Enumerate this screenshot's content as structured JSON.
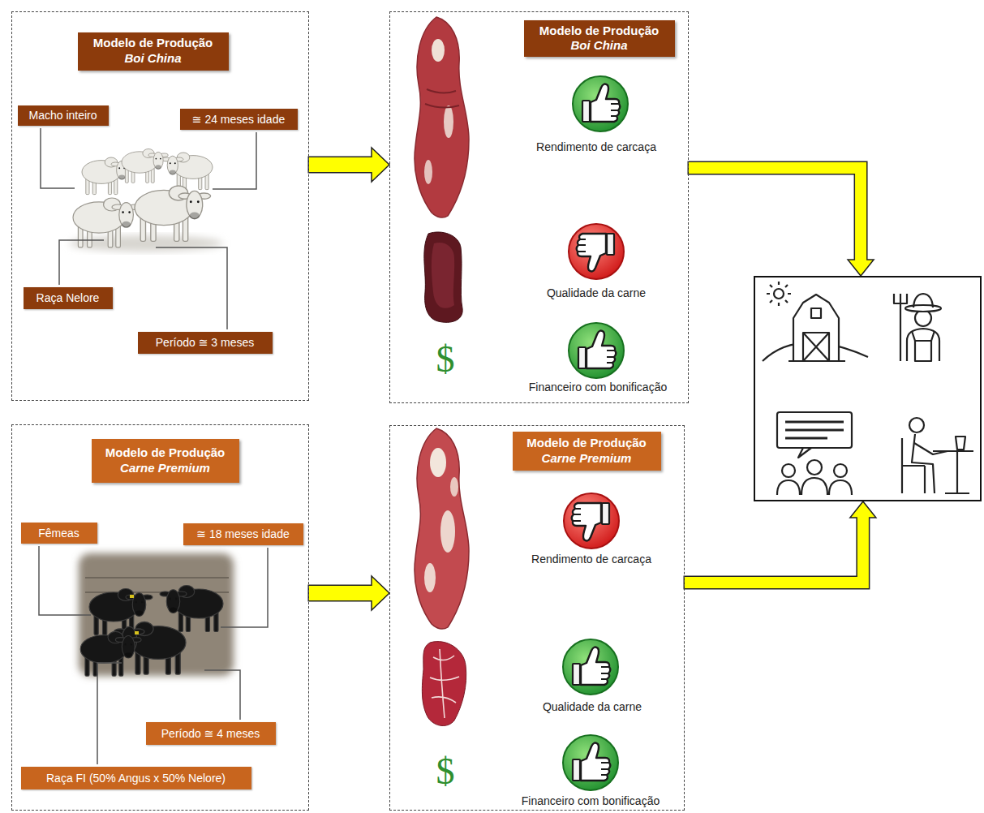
{
  "diagram": {
    "nodes": [
      {
        "text": []
      },
      {
        "text": [
          "Modelo de Produção",
          "Boi China"
        ],
        "in": 0
      },
      {
        "text": [
          "Macho inteiro"
        ],
        "in": 0
      },
      {
        "text": [
          "≅ 24 meses idade"
        ],
        "in": 0
      },
      {
        "text": [
          "Raça Nelore"
        ],
        "in": 0
      },
      {
        "text": [
          "Período ≅ 3 meses"
        ],
        "in": 0
      },
      {
        "text": []
      },
      {
        "text": [
          "Modelo de Produção",
          "Boi China"
        ],
        "in": 6
      },
      {
        "text": []
      },
      {
        "text": [
          "Modelo de Produção",
          "Carne Premium"
        ],
        "in": 8
      },
      {
        "text": [
          "Fêmeas"
        ],
        "in": 8
      },
      {
        "text": [
          "≅ 18 meses idade"
        ],
        "in": 8
      },
      {
        "text": [
          "Período ≅ 4 meses"
        ],
        "in": 8
      },
      {
        "text": [
          "Raça FI (50% Angus x 50% Nelore)"
        ],
        "in": 8
      },
      {
        "text": []
      },
      {
        "text": [
          "Modelo de Produção",
          "Carne Premium"
        ],
        "in": 14
      },
      {
        "text": []
      }
    ],
    "edges": [
      {
        "from": 0,
        "to": 6,
        "arrow": "to"
      },
      {
        "from": 6,
        "to": 16,
        "arrow": "to"
      },
      {
        "from": 8,
        "to": 14,
        "arrow": "to"
      },
      {
        "from": 14,
        "to": 16,
        "arrow": "to"
      }
    ],
    "labels": [
      "Rendimento de carcaça",
      "Qualidade da carne",
      "$",
      "Financeiro com bonificação",
      "Rendimento de carcaça",
      "Qualidade da carne",
      "$",
      "Financeiro com bonificação"
    ]
  }
}
